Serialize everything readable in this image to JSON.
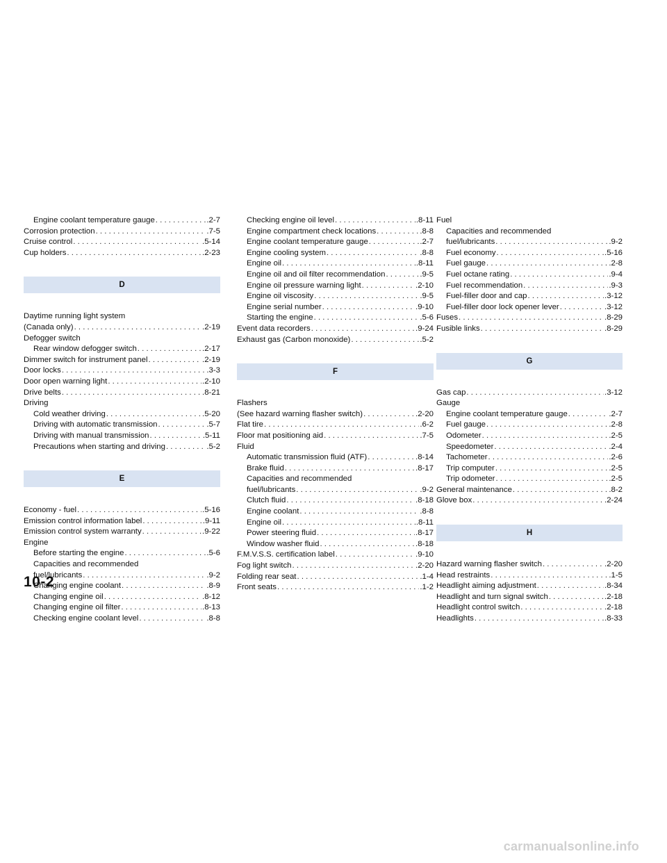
{
  "page_number": "10-2",
  "watermark": "carmanualsonline.info",
  "columns": [
    [
      {
        "kind": "entry",
        "level": 1,
        "text": "Engine coolant temperature gauge",
        "page": ".2-7"
      },
      {
        "kind": "entry",
        "level": 0,
        "text": "Corrosion protection",
        "page": ".7-5"
      },
      {
        "kind": "entry",
        "level": 0,
        "text": "Cruise control",
        "page": ".5-14"
      },
      {
        "kind": "entry",
        "level": 0,
        "text": "Cup holders",
        "page": ".2-23"
      },
      {
        "kind": "space"
      },
      {
        "kind": "header",
        "text": "D"
      },
      {
        "kind": "entry",
        "level": 0,
        "text": "Daytime running light system",
        "page": ""
      },
      {
        "kind": "entry",
        "level": 0,
        "text": "(Canada only)",
        "page": ".2-19"
      },
      {
        "kind": "entry",
        "level": 0,
        "text": "Defogger switch",
        "page": ""
      },
      {
        "kind": "entry",
        "level": 1,
        "text": "Rear window defogger switch",
        "page": ".2-17"
      },
      {
        "kind": "entry",
        "level": 0,
        "text": "Dimmer switch for instrument panel",
        "page": ".2-19"
      },
      {
        "kind": "entry",
        "level": 0,
        "text": "Door locks",
        "page": ".3-3"
      },
      {
        "kind": "entry",
        "level": 0,
        "text": "Door open warning light",
        "page": ".2-10"
      },
      {
        "kind": "entry",
        "level": 0,
        "text": "Drive belts",
        "page": ".8-21"
      },
      {
        "kind": "entry",
        "level": 0,
        "text": "Driving",
        "page": ""
      },
      {
        "kind": "entry",
        "level": 1,
        "text": "Cold weather driving",
        "page": ".5-20"
      },
      {
        "kind": "entry",
        "level": 1,
        "text": "Driving with automatic transmission",
        "page": ".5-7"
      },
      {
        "kind": "entry",
        "level": 1,
        "text": "Driving with manual transmission",
        "page": ".5-11"
      },
      {
        "kind": "entry",
        "level": 1,
        "text": "Precautions when starting and driving",
        "page": ".5-2"
      },
      {
        "kind": "space"
      },
      {
        "kind": "header",
        "text": "E"
      },
      {
        "kind": "entry",
        "level": 0,
        "text": "Economy - fuel",
        "page": ".5-16"
      },
      {
        "kind": "entry",
        "level": 0,
        "text": "Emission control information label",
        "page": ".9-11"
      },
      {
        "kind": "entry",
        "level": 0,
        "text": "Emission control system warranty",
        "page": ".9-22"
      },
      {
        "kind": "entry",
        "level": 0,
        "text": "Engine",
        "page": ""
      },
      {
        "kind": "entry",
        "level": 1,
        "text": "Before starting the engine",
        "page": ".5-6"
      },
      {
        "kind": "entry",
        "level": 1,
        "text": "Capacities and recommended",
        "page": ""
      },
      {
        "kind": "entry",
        "level": 1,
        "text": "fuel/lubricants",
        "page": ".9-2"
      },
      {
        "kind": "entry",
        "level": 1,
        "text": "Changing engine coolant",
        "page": ".8-9"
      },
      {
        "kind": "entry",
        "level": 1,
        "text": "Changing engine oil",
        "page": ".8-12"
      },
      {
        "kind": "entry",
        "level": 1,
        "text": "Changing engine oil filter",
        "page": ".8-13"
      },
      {
        "kind": "entry",
        "level": 1,
        "text": "Checking engine coolant level",
        "page": ".8-8"
      }
    ],
    [
      {
        "kind": "entry",
        "level": 1,
        "text": "Checking engine oil level",
        "page": ".8-11"
      },
      {
        "kind": "entry",
        "level": 1,
        "text": "Engine compartment check locations",
        "page": ".8-8"
      },
      {
        "kind": "entry",
        "level": 1,
        "text": "Engine coolant temperature gauge",
        "page": ".2-7"
      },
      {
        "kind": "entry",
        "level": 1,
        "text": "Engine cooling system",
        "page": ".8-8"
      },
      {
        "kind": "entry",
        "level": 1,
        "text": "Engine oil",
        "page": ".8-11"
      },
      {
        "kind": "entry",
        "level": 1,
        "text": "Engine oil and oil filter recommendation",
        "page": ".9-5"
      },
      {
        "kind": "entry",
        "level": 1,
        "text": "Engine oil pressure warning light",
        "page": ".2-10"
      },
      {
        "kind": "entry",
        "level": 1,
        "text": "Engine oil viscosity",
        "page": ".9-5"
      },
      {
        "kind": "entry",
        "level": 1,
        "text": "Engine serial number",
        "page": ".9-10"
      },
      {
        "kind": "entry",
        "level": 1,
        "text": "Starting the engine",
        "page": ".5-6"
      },
      {
        "kind": "entry",
        "level": 0,
        "text": "Event data recorders",
        "page": ".9-24"
      },
      {
        "kind": "entry",
        "level": 0,
        "text": "Exhaust gas (Carbon monoxide)",
        "page": ".5-2"
      },
      {
        "kind": "space"
      },
      {
        "kind": "header",
        "text": "F"
      },
      {
        "kind": "entry",
        "level": 0,
        "text": "Flashers",
        "page": ""
      },
      {
        "kind": "entry",
        "level": 0,
        "text": "(See hazard warning flasher switch)",
        "page": ".2-20"
      },
      {
        "kind": "entry",
        "level": 0,
        "text": "Flat tire",
        "page": ".6-2"
      },
      {
        "kind": "entry",
        "level": 0,
        "text": "Floor mat positioning aid",
        "page": ".7-5"
      },
      {
        "kind": "entry",
        "level": 0,
        "text": "Fluid",
        "page": ""
      },
      {
        "kind": "entry",
        "level": 1,
        "text": "Automatic transmission fluid (ATF)",
        "page": ".8-14"
      },
      {
        "kind": "entry",
        "level": 1,
        "text": "Brake fluid",
        "page": ".8-17"
      },
      {
        "kind": "entry",
        "level": 1,
        "text": "Capacities and recommended",
        "page": ""
      },
      {
        "kind": "entry",
        "level": 1,
        "text": "fuel/lubricants",
        "page": ".9-2"
      },
      {
        "kind": "entry",
        "level": 1,
        "text": "Clutch fluid",
        "page": ".8-18"
      },
      {
        "kind": "entry",
        "level": 1,
        "text": "Engine coolant",
        "page": ".8-8"
      },
      {
        "kind": "entry",
        "level": 1,
        "text": "Engine oil",
        "page": ".8-11"
      },
      {
        "kind": "entry",
        "level": 1,
        "text": "Power steering fluid",
        "page": ".8-17"
      },
      {
        "kind": "entry",
        "level": 1,
        "text": "Window washer fluid",
        "page": ".8-18"
      },
      {
        "kind": "entry",
        "level": 0,
        "text": "F.M.V.S.S. certification label",
        "page": ".9-10"
      },
      {
        "kind": "entry",
        "level": 0,
        "text": "Fog light switch",
        "page": ".2-20"
      },
      {
        "kind": "entry",
        "level": 0,
        "text": "Folding rear seat",
        "page": ".1-4"
      },
      {
        "kind": "entry",
        "level": 0,
        "text": "Front seats",
        "page": ".1-2"
      }
    ],
    [
      {
        "kind": "entry",
        "level": 0,
        "text": "Fuel",
        "page": ""
      },
      {
        "kind": "entry",
        "level": 1,
        "text": "Capacities and recommended",
        "page": ""
      },
      {
        "kind": "entry",
        "level": 1,
        "text": "fuel/lubricants",
        "page": ".9-2"
      },
      {
        "kind": "entry",
        "level": 1,
        "text": "Fuel economy",
        "page": ".5-16"
      },
      {
        "kind": "entry",
        "level": 1,
        "text": "Fuel gauge",
        "page": ".2-8"
      },
      {
        "kind": "entry",
        "level": 1,
        "text": "Fuel octane rating",
        "page": ".9-4"
      },
      {
        "kind": "entry",
        "level": 1,
        "text": "Fuel recommendation",
        "page": ".9-3"
      },
      {
        "kind": "entry",
        "level": 1,
        "text": "Fuel-filler door and cap",
        "page": ".3-12"
      },
      {
        "kind": "entry",
        "level": 1,
        "text": "Fuel-filler door lock opener lever",
        "page": ".3-12"
      },
      {
        "kind": "entry",
        "level": 0,
        "text": "Fuses",
        "page": ".8-29"
      },
      {
        "kind": "entry",
        "level": 0,
        "text": "Fusible links",
        "page": ".8-29"
      },
      {
        "kind": "space"
      },
      {
        "kind": "header",
        "text": "G"
      },
      {
        "kind": "entry",
        "level": 0,
        "text": "Gas cap",
        "page": ".3-12"
      },
      {
        "kind": "entry",
        "level": 0,
        "text": "Gauge",
        "page": ""
      },
      {
        "kind": "entry",
        "level": 1,
        "text": "Engine coolant temperature gauge",
        "page": ".2-7"
      },
      {
        "kind": "entry",
        "level": 1,
        "text": "Fuel gauge",
        "page": ".2-8"
      },
      {
        "kind": "entry",
        "level": 1,
        "text": "Odometer",
        "page": ".2-5"
      },
      {
        "kind": "entry",
        "level": 1,
        "text": "Speedometer",
        "page": ".2-4"
      },
      {
        "kind": "entry",
        "level": 1,
        "text": "Tachometer",
        "page": ".2-6"
      },
      {
        "kind": "entry",
        "level": 1,
        "text": "Trip computer",
        "page": ".2-5"
      },
      {
        "kind": "entry",
        "level": 1,
        "text": "Trip odometer",
        "page": ".2-5"
      },
      {
        "kind": "entry",
        "level": 0,
        "text": "General maintenance",
        "page": ".8-2"
      },
      {
        "kind": "entry",
        "level": 0,
        "text": "Glove box",
        "page": ".2-24"
      },
      {
        "kind": "space"
      },
      {
        "kind": "header",
        "text": "H"
      },
      {
        "kind": "entry",
        "level": 0,
        "text": "Hazard warning flasher switch",
        "page": ".2-20"
      },
      {
        "kind": "entry",
        "level": 0,
        "text": "Head restraints",
        "page": ".1-5"
      },
      {
        "kind": "entry",
        "level": 0,
        "text": "Headlight aiming adjustment",
        "page": ".8-34"
      },
      {
        "kind": "entry",
        "level": 0,
        "text": "Headlight and turn signal switch",
        "page": ".2-18"
      },
      {
        "kind": "entry",
        "level": 0,
        "text": "Headlight control switch",
        "page": ".2-18"
      },
      {
        "kind": "entry",
        "level": 0,
        "text": "Headlights",
        "page": ".8-33"
      }
    ]
  ]
}
